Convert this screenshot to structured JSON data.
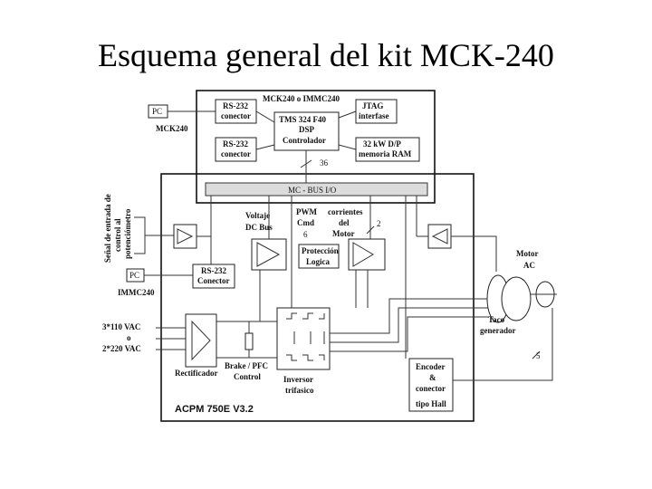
{
  "title": "Esquema general del kit MCK-240",
  "diagram": {
    "pc_top": "PC",
    "mck240_side": "MCK240",
    "rs232_top": [
      "RS-232",
      "conector"
    ],
    "board_title": "MCK240 o IMMC240",
    "jtag": [
      "JTAG",
      "interfase"
    ],
    "dsp": [
      "TMS 324 F40",
      "DSP",
      "Controlador"
    ],
    "rs232_mid": [
      "RS-232",
      "conector"
    ],
    "ram": [
      "32 kW D/P",
      "memoria RAM"
    ],
    "bus_width": "36",
    "mc_bus": "MC - BUS I/O",
    "pot_label": [
      "Señal de entrada de",
      "control al",
      "potenciómetro"
    ],
    "voltaje": [
      "Voltaje",
      "DC Bus"
    ],
    "pwm": [
      "PWM",
      "Cmd"
    ],
    "pwm_n": "6",
    "corrientes": [
      "corrientes",
      "del",
      "Motor"
    ],
    "corr_n": "2",
    "proteccion": [
      "Protección",
      "Logica"
    ],
    "pc_mid": "PC",
    "rs232_conn": [
      "RS-232",
      "Conector"
    ],
    "immc": "IMMC240",
    "motor": [
      "Motor",
      "AC"
    ],
    "taco": [
      "Taco",
      "generador"
    ],
    "vac": [
      "3*110 VAC",
      "o",
      "2*220 VAC"
    ],
    "rect": "Rectificador",
    "brake": [
      "Brake / PFC",
      "Control"
    ],
    "inverter": [
      "Inversor",
      "trifasico"
    ],
    "encoder": [
      "Encoder",
      "&",
      "conector",
      "tipo Hall"
    ],
    "enc_n": "5",
    "acpm": "ACPM 750E V3.2"
  }
}
